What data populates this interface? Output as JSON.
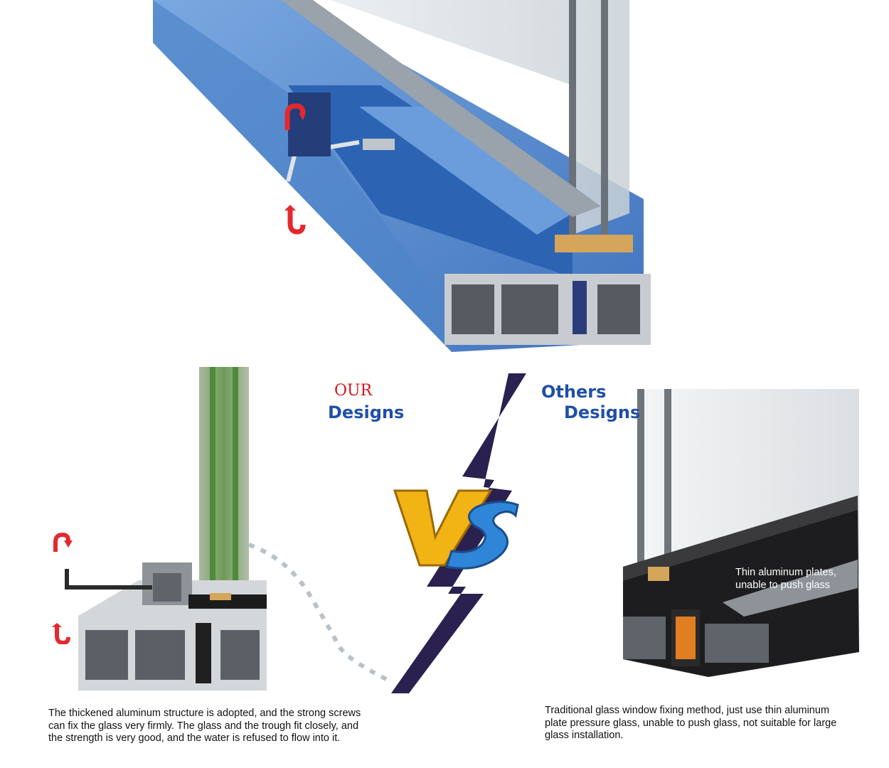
{
  "labels": {
    "our": "OUR",
    "our_designs": "Designs",
    "others": "Others",
    "others_designs": "Designs",
    "vs": "VS"
  },
  "captions": {
    "our": "The thickened aluminum structure is adopted, and the strong screws can fix the glass very firmly. The glass and the trough fit closely, and the strength is very good, and the water is refused to flow into it.",
    "others": "Traditional glass window fixing method, just use thin aluminum plate pressure glass, unable to push glass, not suitable for large glass installation.",
    "others_overlay_line1": "Thin aluminum plates,",
    "others_overlay_line2": "unable to push glass"
  },
  "colors": {
    "profile_blue": "#5b8fd1",
    "vs_gold": "#f2b315",
    "vs_blue": "#2f86d9",
    "bolt_navy": "#2a2150",
    "heading_blue": "#1f4fa8",
    "accent_red": "#d9141b"
  }
}
